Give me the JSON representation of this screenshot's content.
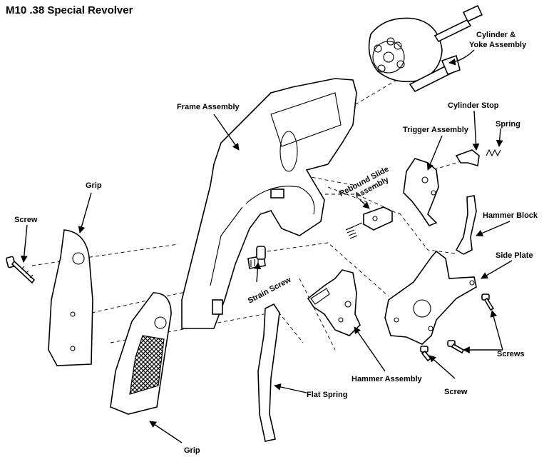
{
  "title": "M10 .38 Special Revolver",
  "labels": {
    "cylinder_yoke_1": "Cylinder &",
    "cylinder_yoke_2": "Yoke Assembly",
    "frame": "Frame Assembly",
    "cylinder_stop": "Cylinder Stop",
    "spring": "Spring",
    "trigger": "Trigger Assembly",
    "rebound_1": "Rebound Slide",
    "rebound_2": "Assembly",
    "hammer_block": "Hammer Block",
    "grip_top": "Grip",
    "screw_left": "Screw",
    "side_plate": "Side Plate",
    "strain_screw": "Strain Screw",
    "screws": "Screws",
    "hammer": "Hammer Assembly",
    "flat_spring": "Flat Spring",
    "screw_bottom": "Screw",
    "grip_bottom": "Grip"
  }
}
